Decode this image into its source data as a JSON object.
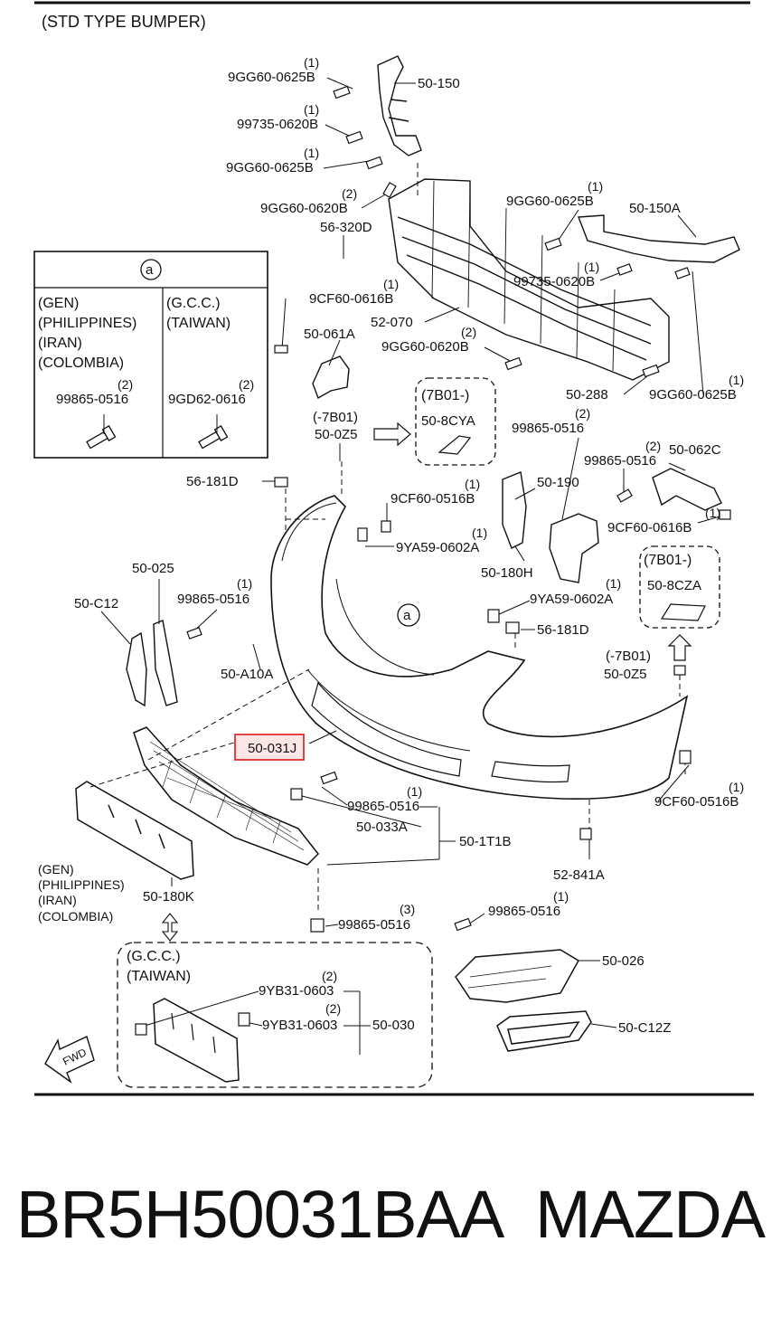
{
  "title": "(STD TYPE BUMPER)",
  "market_boxes": {
    "box_a": {
      "symbol": "a",
      "left_markets": [
        "(GEN)",
        "(PHILIPPINES)",
        "(IRAN)",
        "(COLOMBIA)"
      ],
      "right_markets": [
        "(G.C.C.)",
        "(TAIWAN)"
      ],
      "left_part": "99865-0516",
      "left_qty": "(2)",
      "right_part": "9GD62-0616",
      "right_qty": "(2)"
    },
    "variant_7b01_top": {
      "header": "(7B01-)",
      "part": "50-8CYA"
    },
    "variant_7b01_right": {
      "header": "(7B01-)",
      "part": "50-8CZA"
    },
    "gcc_box": {
      "markets": [
        "(G.C.C.)",
        "(TAIWAN)"
      ]
    },
    "gen_note": [
      "(GEN)",
      "(PHILIPPINES)",
      "(IRAN)",
      "(COLOMBIA)"
    ]
  },
  "callouts": [
    {
      "id": "9GG60-0625B",
      "qty": "(1)"
    },
    {
      "id": "50-150"
    },
    {
      "id": "99735-0620B",
      "qty": "(1)"
    },
    {
      "id": "9GG60-0625B",
      "qty": "(1)"
    },
    {
      "id": "9GG60-0620B",
      "qty": "(2)"
    },
    {
      "id": "9GG60-0625B",
      "qty": "(1)"
    },
    {
      "id": "50-150A"
    },
    {
      "id": "56-320D"
    },
    {
      "id": "99735-0620B",
      "qty": "(1)"
    },
    {
      "id": "9CF60-0616B",
      "qty": "(1)"
    },
    {
      "id": "52-070"
    },
    {
      "id": "50-061A"
    },
    {
      "id": "9GG60-0620B",
      "qty": "(2)"
    },
    {
      "id": "50-288"
    },
    {
      "id": "9GG60-0625B",
      "qty": "(1)"
    },
    {
      "id": "(-7B01)"
    },
    {
      "id": "50-0Z5"
    },
    {
      "id": "99865-0516",
      "qty": "(2)"
    },
    {
      "id": "99865-0516",
      "qty": "(2)"
    },
    {
      "id": "50-062C"
    },
    {
      "id": "56-181D"
    },
    {
      "id": "9CF60-0516B",
      "qty": "(1)"
    },
    {
      "id": "50-190"
    },
    {
      "id": "9CF60-0616B",
      "qty": "(1)"
    },
    {
      "id": "9YA59-0602A",
      "qty": "(1)"
    },
    {
      "id": "50-180H"
    },
    {
      "id": "50-025"
    },
    {
      "id": "50-C12"
    },
    {
      "id": "99865-0516",
      "qty": "(1)"
    },
    {
      "id": "9YA59-0602A",
      "qty": "(1)"
    },
    {
      "id": "56-181D"
    },
    {
      "id": "50-A10A"
    },
    {
      "id": "(-7B01)"
    },
    {
      "id": "50-0Z5"
    },
    {
      "id": "50-031J"
    },
    {
      "id": "9CF60-0516B",
      "qty": "(1)"
    },
    {
      "id": "99865-0516",
      "qty": "(1)"
    },
    {
      "id": "50-033A"
    },
    {
      "id": "50-1T1B"
    },
    {
      "id": "52-841A"
    },
    {
      "id": "50-180K"
    },
    {
      "id": "99865-0516",
      "qty": "(3)"
    },
    {
      "id": "99865-0516",
      "qty": "(1)"
    },
    {
      "id": "50-026"
    },
    {
      "id": "9YB31-0603",
      "qty": "(2)"
    },
    {
      "id": "9YB31-0603",
      "qty": "(2)"
    },
    {
      "id": "50-030"
    },
    {
      "id": "50-C12Z"
    }
  ],
  "bumper_symbol": "a",
  "fwd_label": "FWD",
  "highlight_color": "#e03030",
  "footer": {
    "part_number": "BR5H50031BAA",
    "brand": "MAZDA"
  }
}
